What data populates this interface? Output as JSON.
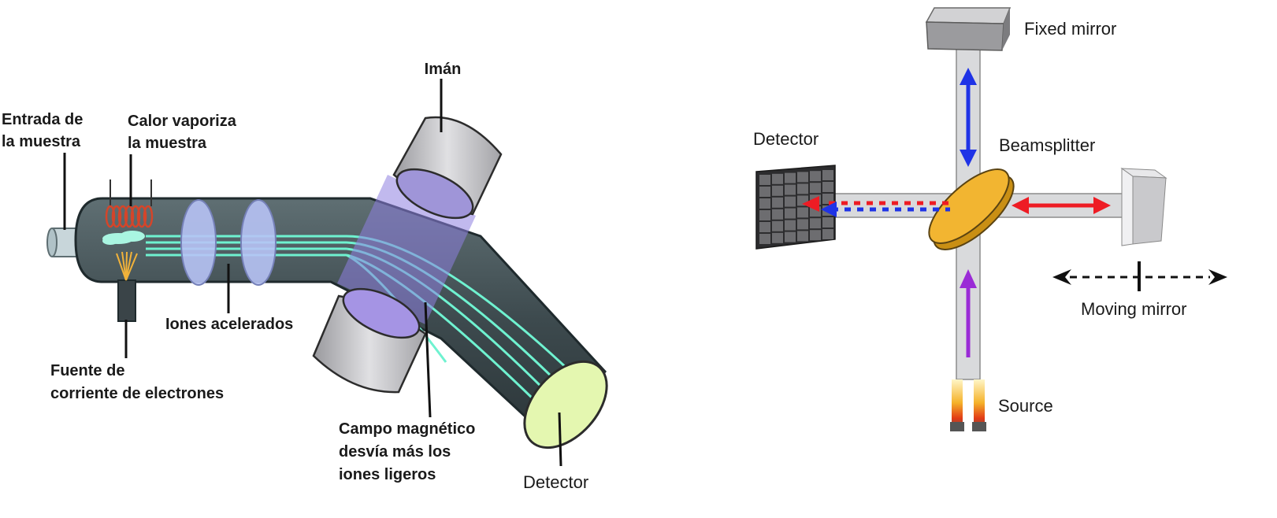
{
  "mass_spectrometer": {
    "labels": {
      "magnet": "Imán",
      "sample_inlet": [
        "Entrada de",
        "la muestra"
      ],
      "heat": [
        "Calor vaporiza",
        "la muestra"
      ],
      "accelerated_ions": "Iones acelerados",
      "electron_source": [
        "Fuente de",
        "corriente de electrones"
      ],
      "magnetic_field": [
        "Campo magnético",
        "desvía más los",
        "iones ligeros"
      ],
      "detector": "Detector"
    },
    "colors": {
      "tube": "#4a5a5e",
      "ion_beam": "#6ff2d0",
      "magnet": "#c9c9cc",
      "field": "#8e7fe0",
      "plates": "#b7c3f5",
      "detector_face": "#e4f7b0",
      "coil": "#d4452a"
    }
  },
  "interferometer": {
    "labels": {
      "fixed_mirror": "Fixed mirror",
      "beamsplitter": "Beamsplitter",
      "detector": "Detector",
      "moving_mirror": "Moving mirror",
      "source": "Source"
    },
    "colors": {
      "beam": "#d7d8da",
      "arrow_blue": "#1f33e6",
      "arrow_red": "#ee1c24",
      "arrow_purple": "#9a2bd6",
      "beamsplitter": "#f2b531",
      "mirror": "#b8b8b8"
    }
  }
}
